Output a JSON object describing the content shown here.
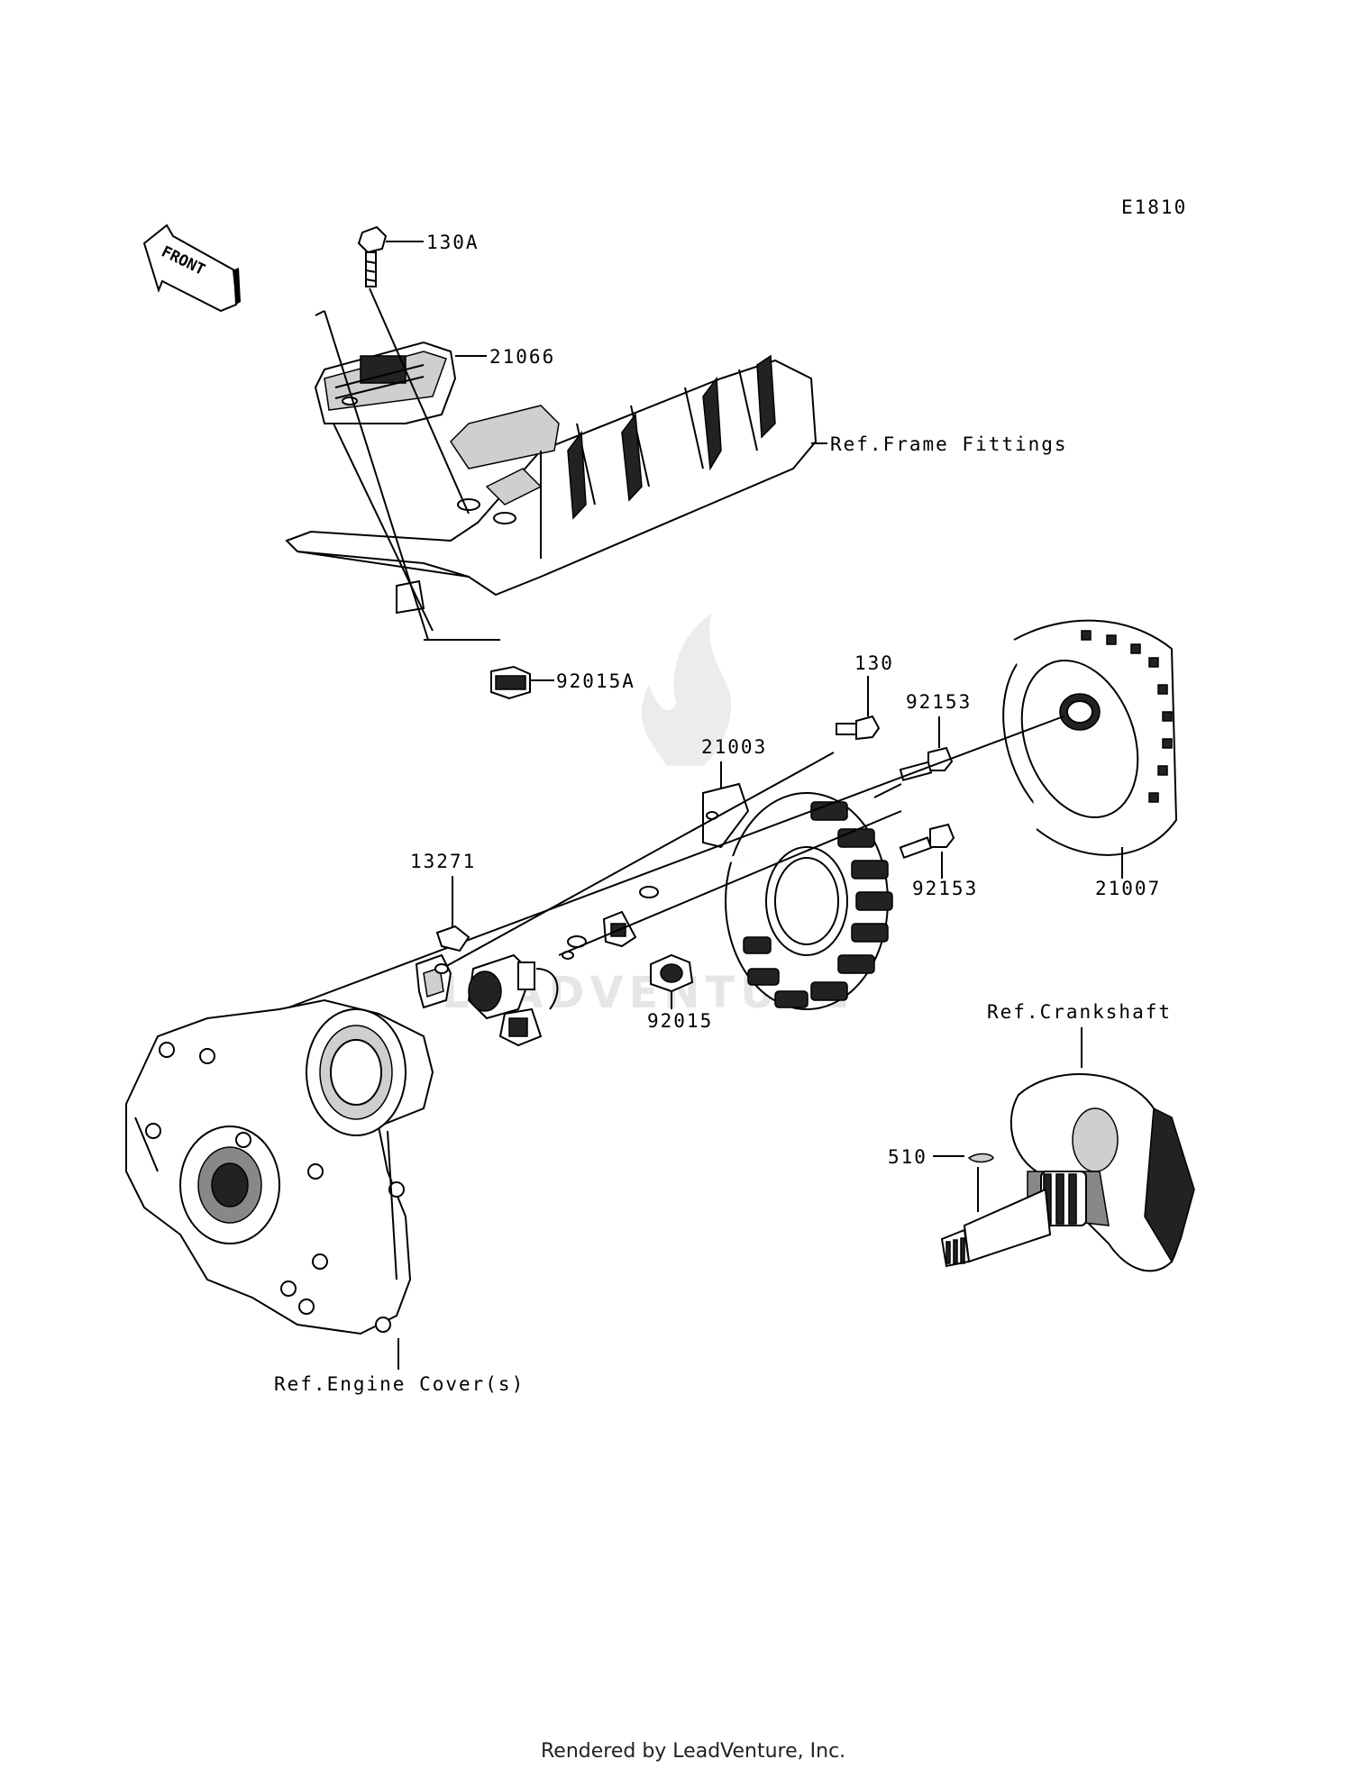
{
  "diagram_code": "E1810",
  "front_label": "FRONT",
  "watermark": "LEADVENTURE",
  "footer": "Rendered by LeadVenture, Inc.",
  "callouts": {
    "p130A": "130A",
    "p21066": "21066",
    "frame_fittings": "Ref.Frame Fittings",
    "p92015A": "92015A",
    "p130": "130",
    "p92153_top": "92153",
    "p21003": "21003",
    "p13271": "13271",
    "p21007": "21007",
    "p92153_bottom": "92153",
    "p92015": "92015",
    "crankshaft": "Ref.Crankshaft",
    "p510": "510",
    "engine_covers": "Ref.Engine Cover(s)"
  }
}
